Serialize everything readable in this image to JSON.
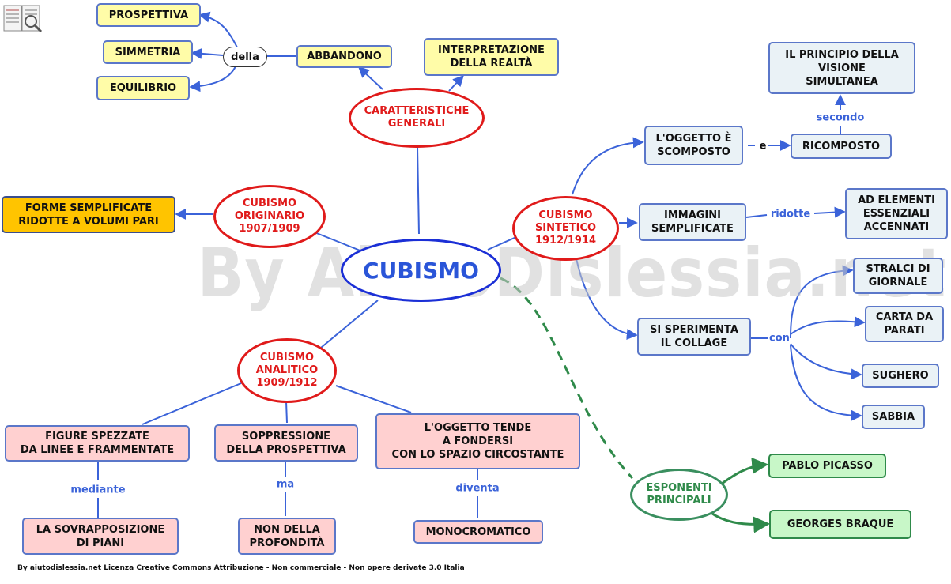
{
  "watermark": "By AiutoDislessia.net",
  "footer": "By aiutodislessia.net Licenza Creative Commons Attribuzione - Non commerciale - Non opere derivate 3.0 Italia",
  "center": "CUBISMO",
  "caratteristiche": {
    "title": "CARATTERISTICHE\nGENERALI",
    "interpretazione": "INTERPRETAZIONE\nDELLA REALTÀ",
    "abbandono": "ABBANDONO",
    "della": "della",
    "prospettiva": "PROSPETTIVA",
    "simmetria": "SIMMETRIA",
    "equilibrio": "EQUILIBRIO"
  },
  "originario": {
    "title": "CUBISMO\nORIGINARIO\n1907/1909",
    "forme": "FORME SEMPLIFICATE\nRIDOTTE A VOLUMI PARI"
  },
  "sintetico": {
    "title": "CUBISMO\nSINTETICO\n1912/1914",
    "oggetto": "L'OGGETTO È\nSCOMPOSTO",
    "e": "e",
    "ricomposto": "RICOMPOSTO",
    "secondo": "secondo",
    "principio": "IL PRINCIPIO DELLA\nVISIONE\nSIMULTANEA",
    "immagini": "IMMAGINI\nSEMPLIFICATE",
    "ridotte": "ridotte",
    "elementi": "AD ELEMENTI\nESSENZIALI\nACCENNATI",
    "collage": "SI SPERIMENTA\nIL COLLAGE",
    "con": "con",
    "stralci": "STRALCI DI\nGIORNALE",
    "carta": "CARTA DA\nPARATI",
    "sughero": "SUGHERO",
    "sabbia": "SABBIA"
  },
  "analitico": {
    "title": "CUBISMO\nANALITICO\n1909/1912",
    "figure": "FIGURE SPEZZATE\nDA LINEE E FRAMMENTATE",
    "mediante": "mediante",
    "sovrapposizione": "LA SOVRAPPOSIZIONE\nDI PIANI",
    "soppressione": "SOPPRESSIONE\nDELLA PROSPETTIVA",
    "ma": "ma",
    "profondita": "NON DELLA\nPROFONDITÀ",
    "tende": "L'OGGETTO TENDE\nA FONDERSI\nCON LO SPAZIO CIRCOSTANTE",
    "diventa": "diventa",
    "monocromatico": "MONOCROMATICO"
  },
  "esponenti": {
    "title": "ESPONENTI\nPRINCIPALI",
    "picasso": "PABLO PICASSO",
    "braque": "GEORGES  BRAQUE"
  },
  "colors": {
    "link_blue": "#3b63d9",
    "link_green": "#2f8a4a",
    "red": "#e01a1a",
    "main_blue": "#1b2fd6"
  }
}
